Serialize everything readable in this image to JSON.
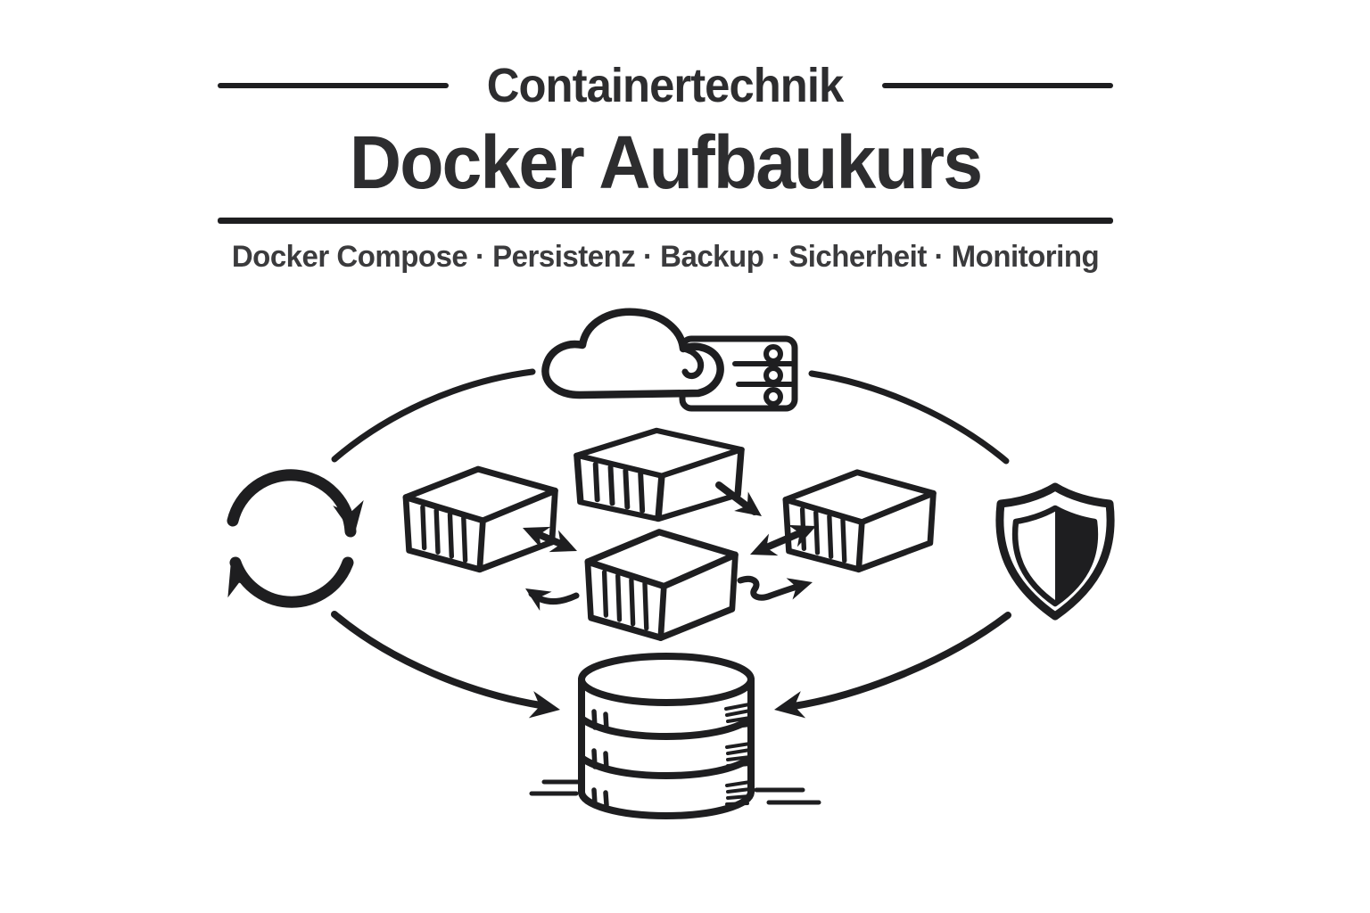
{
  "colors": {
    "bg": "#ffffff",
    "ink": "#1e1e20",
    "title": "#2d2d2f",
    "subtitle": "#3b3b3d"
  },
  "header": {
    "eyebrow": "Containertechnik",
    "title": "Docker Aufbaukurs",
    "subtitle": "Docker Compose · Persistenz · Backup · Sicherheit · Monitoring",
    "subtitle_items": [
      "Docker Compose",
      "Persistenz",
      "Backup",
      "Sicherheit",
      "Monitoring"
    ],
    "subtitle_separator": "·"
  },
  "diagram": {
    "style": "hand-drawn black line art on white",
    "icons": [
      "cloud-server-icon",
      "container-box-icon",
      "sync-arrows-icon",
      "shield-icon",
      "database-icon"
    ],
    "container_boxes": 4,
    "connections": [
      "sync-arrows to cloud-server (arc)",
      "cloud-server to shield (arc)",
      "sync-arrows to database (arc with arrowhead)",
      "shield to database (arc with arrowhead)",
      "top container to right container (arrow)",
      "left container to center container (double arrow)",
      "center container to right container (double arrow)",
      "center container curled arrows left and right"
    ]
  }
}
